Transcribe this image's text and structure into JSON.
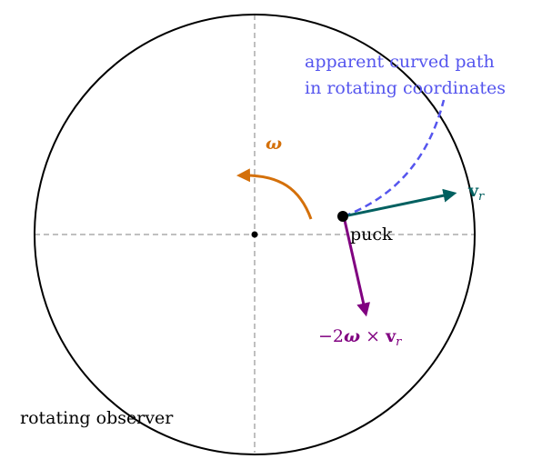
{
  "labels": {
    "omega": "ω",
    "velocity": "v",
    "velocity_sub": "r",
    "puck": "puck",
    "path_line1": "apparent curved path",
    "path_line2": "in rotating coordinates",
    "coriolis_prefix": "−2",
    "coriolis_omega": "ω",
    "coriolis_times": " × ",
    "coriolis_v": "v",
    "coriolis_sub": "r",
    "observer": "rotating observer"
  },
  "colors": {
    "circle": "#000000",
    "axes": "#808080",
    "omega": "#d4700a",
    "velocity": "#006060",
    "path": "#5555ee",
    "coriolis": "#800080",
    "text": "#000000"
  }
}
